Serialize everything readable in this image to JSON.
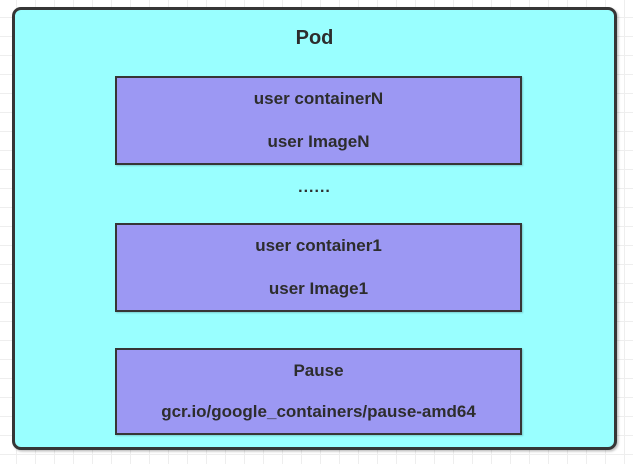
{
  "diagram": {
    "title": "Pod",
    "ellipsis": "......",
    "containers": [
      {
        "name": "user containerN",
        "image": "user ImageN"
      },
      {
        "name": "user container1",
        "image": "user Image1"
      },
      {
        "name": "Pause",
        "image": "gcr.io/google_containers/pause-amd64"
      }
    ],
    "colors": {
      "pod_fill": "#99ffff",
      "container_fill": "#9c98f3",
      "border": "#363636",
      "text": "#2d2d2d",
      "grid_line": "#eeeeee",
      "canvas_bg": "#ffffff"
    }
  }
}
